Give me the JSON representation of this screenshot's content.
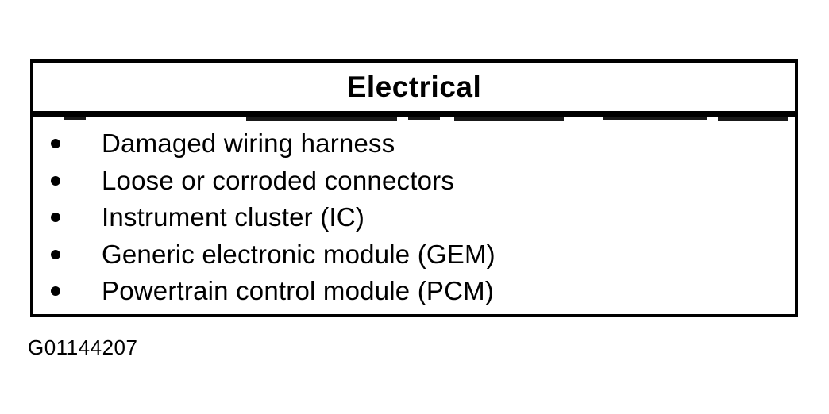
{
  "document": {
    "table": {
      "title": "Electrical",
      "items": [
        "Damaged wiring harness",
        "Loose or corroded connectors",
        "Instrument cluster (IC)",
        "Generic electronic module (GEM)",
        "Powertrain control module (PCM)"
      ]
    },
    "figure_id": "G01144207",
    "colors": {
      "ink": "#000000",
      "paper": "#ffffff"
    }
  }
}
